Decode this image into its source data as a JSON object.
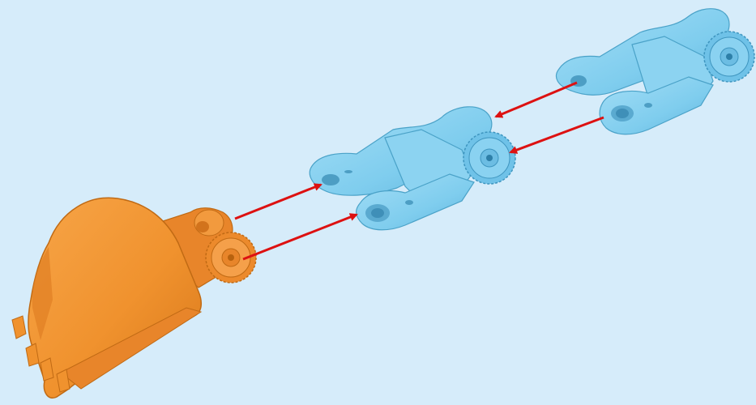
{
  "scene": {
    "background_color": "#d6ecfa",
    "parts": [
      {
        "name": "excavator-bucket",
        "color": "#f0922e"
      },
      {
        "name": "arm-link-middle",
        "color": "#7fcdee"
      },
      {
        "name": "arm-link-right",
        "color": "#7fcdee"
      }
    ],
    "arrows": {
      "color": "#dd1111",
      "count": 4
    }
  }
}
